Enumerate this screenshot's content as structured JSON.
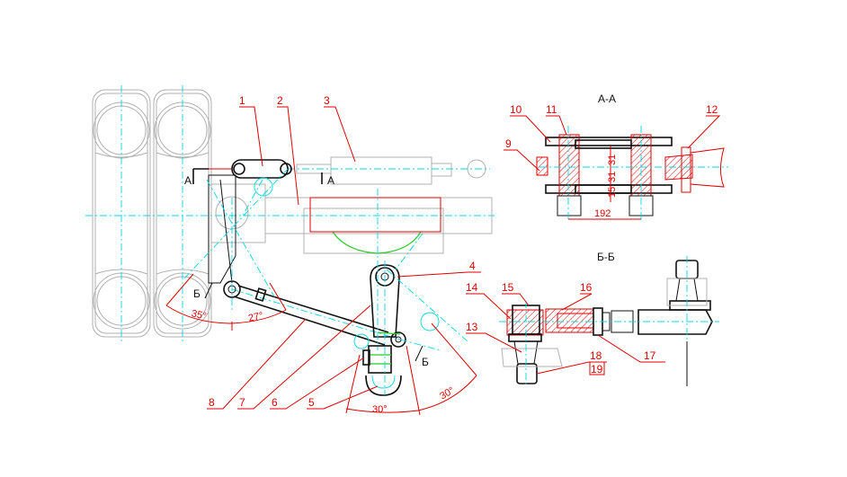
{
  "drawing": {
    "section_titles": {
      "aa": "А-А",
      "bb": "Б-Б"
    },
    "section_markers": {
      "a": "А",
      "b": "Б"
    },
    "part_labels": [
      "1",
      "2",
      "3",
      "4",
      "5",
      "6",
      "7",
      "8",
      "9",
      "10",
      "11",
      "12",
      "13",
      "14",
      "15",
      "16",
      "17",
      "18",
      "19"
    ],
    "angles": {
      "tire_left": "35°",
      "tire_right": "27°",
      "arm_left": "30°",
      "arm_right": "30°"
    },
    "dimensions": {
      "spacing": "192",
      "upper": "31",
      "lower": "31",
      "offset": "15"
    },
    "colors": {
      "leader": "#e00000",
      "outline": "#111111",
      "centerline": "#00d8e8",
      "ghost": "#b0b0b0",
      "highlight": "#22cc22"
    }
  }
}
